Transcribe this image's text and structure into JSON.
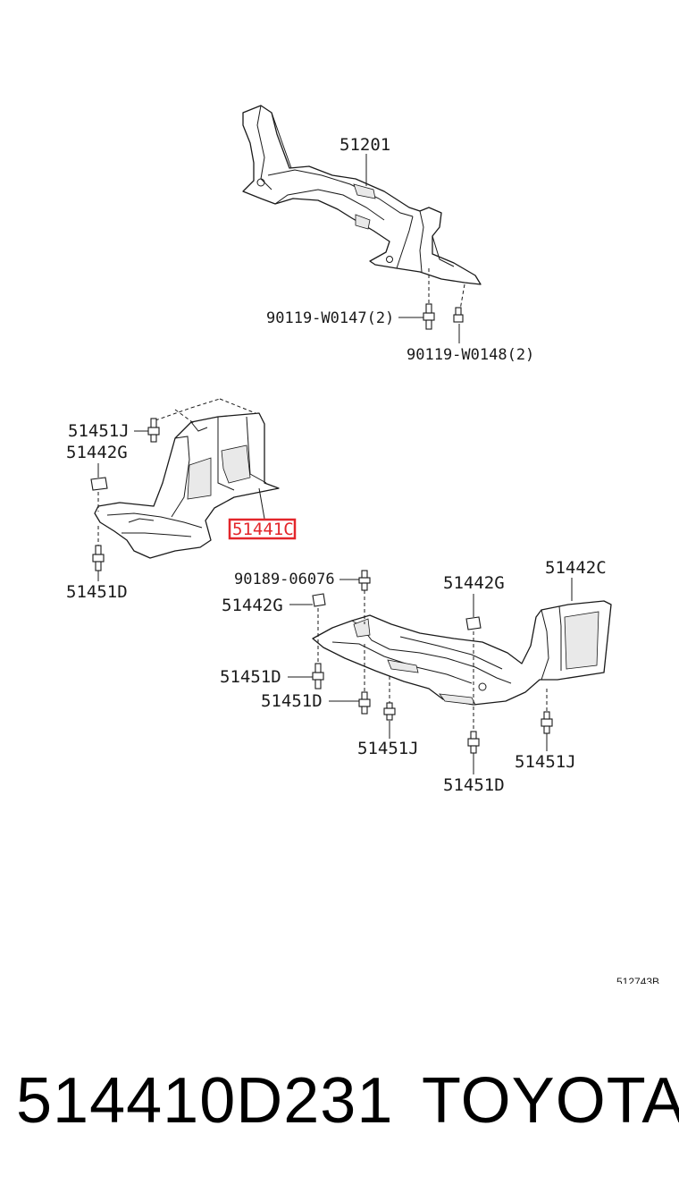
{
  "diagram": {
    "labels": {
      "crossmember": "51201",
      "bolt_a": "90119-W0147(2)",
      "bolt_b": "90119-W0148(2)",
      "left_bolt_top": "51451J",
      "left_clip": "51442G",
      "left_cover": "51441C",
      "left_bolt_bottom": "51451D",
      "clip_bolt": "90189-06076",
      "main_clip_left": "51442G",
      "main_bolt_1": "51451D",
      "main_bolt_2": "51451D",
      "main_bolt_j1": "51451J",
      "main_clip_center": "51442G",
      "main_bolt_center": "51451D",
      "right_cover": "51442C",
      "right_bolt": "51451J"
    },
    "reference_code": "512743B",
    "highlight_color": "#e3262b"
  },
  "footer": {
    "part_number": "514410D231",
    "brand": "TOYOTA"
  }
}
